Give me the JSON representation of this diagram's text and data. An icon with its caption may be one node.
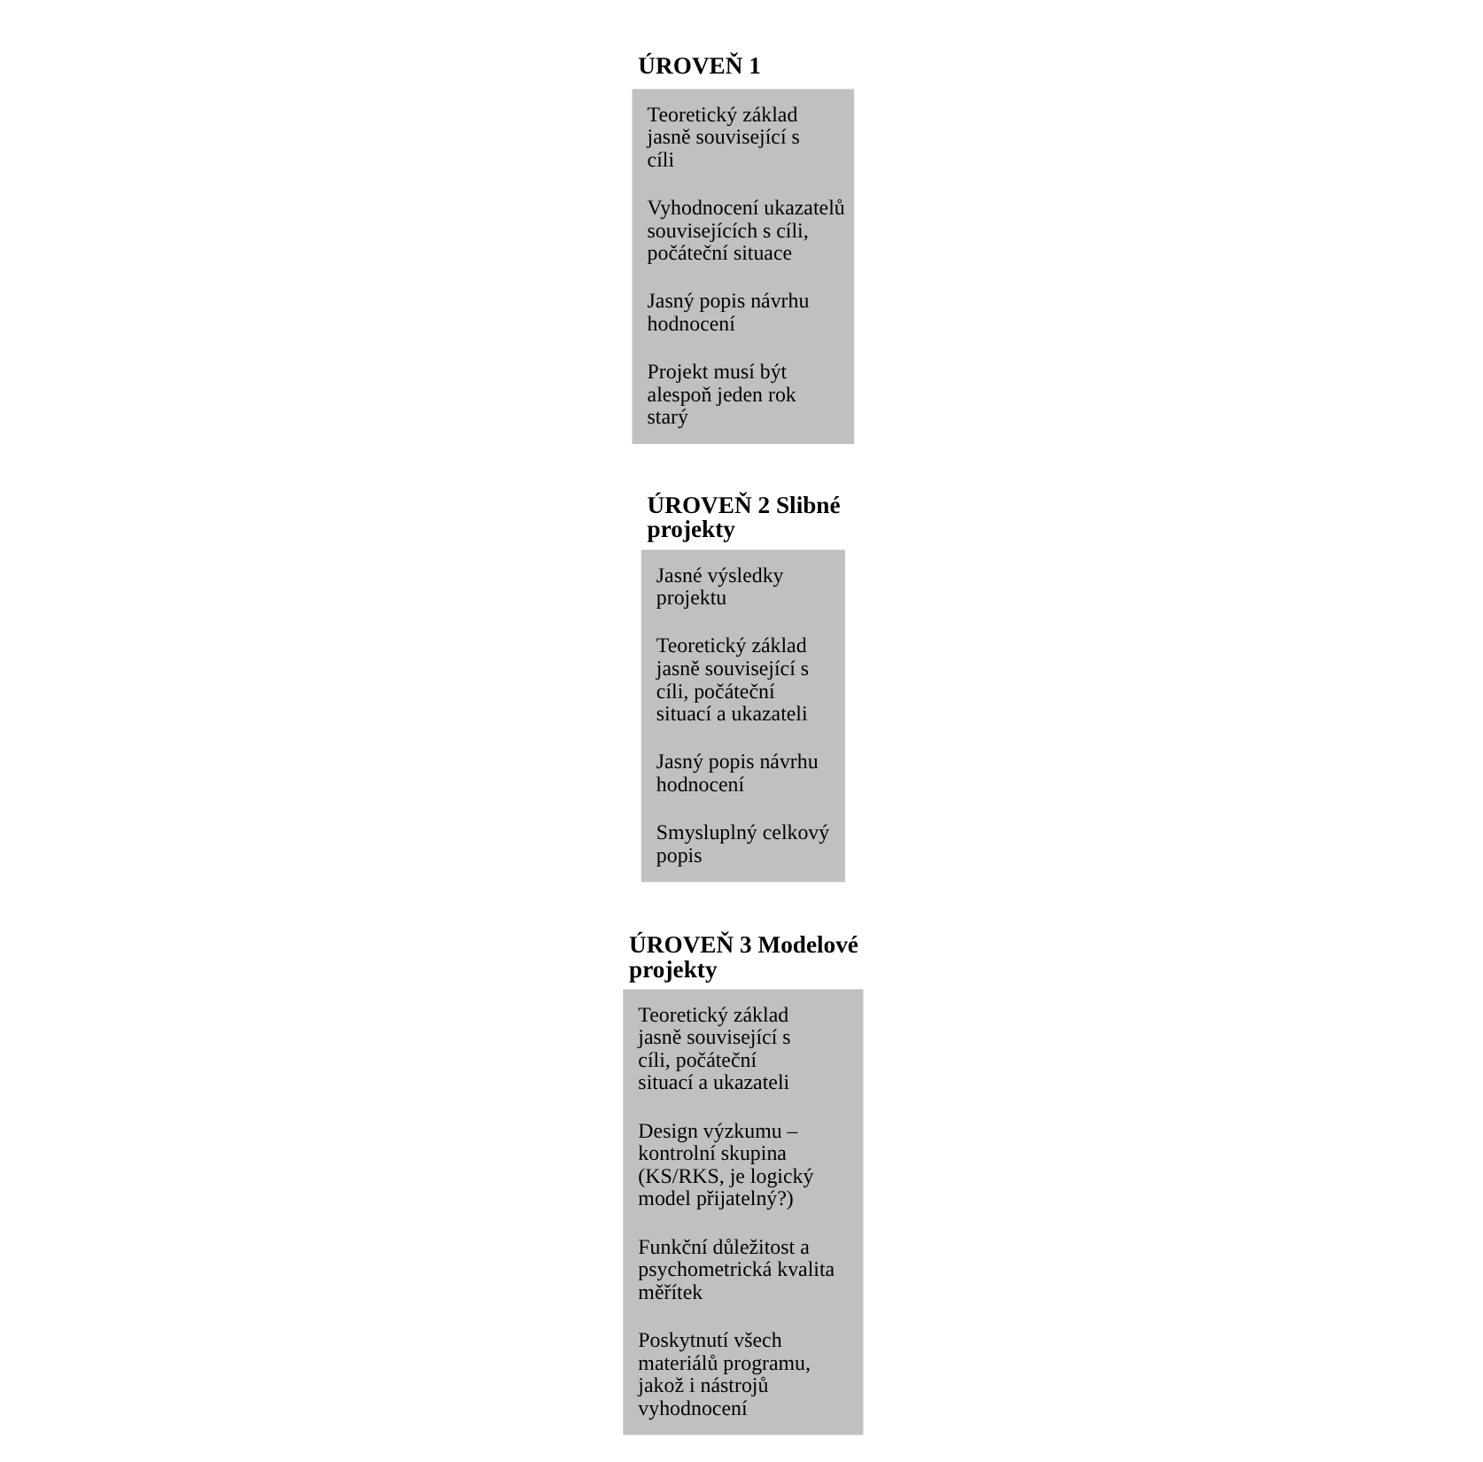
{
  "diagram": {
    "nodes": [
      {
        "text": [
          "ÚROVEŇ 1",
          "Teoretický základ jasně související s cíli",
          "Vyhodnocení ukazatelů souvisejících s cíli, počáteční situace",
          "Jasný popis návrhu hodnocení",
          "Projekt musí být alespoň jeden rok starý"
        ]
      },
      {
        "text": [
          "ÚROVEŇ 2 Slibné projekty",
          "Jasné výsledky projektu",
          "Teoretický základ jasně související s cíli, počáteční situací a ukazateli",
          "Jasný popis návrhu hodnocení",
          "Smysluplný celkový popis"
        ]
      },
      {
        "text": [
          "ÚROVEŇ 3 Modelové projekty",
          "Teoretický základ jasně související s cíli, počáteční situací a ukazateli",
          "Design výzkumu – kontrolní skupina (KS/RKS, je logický model přijatelný?)",
          "Funkční důležitost a psychometrická kvalita měřítek",
          "Poskytnutí všech materiálů programu, jakož i nástrojů vyhodnocení"
        ]
      }
    ],
    "edges": []
  }
}
